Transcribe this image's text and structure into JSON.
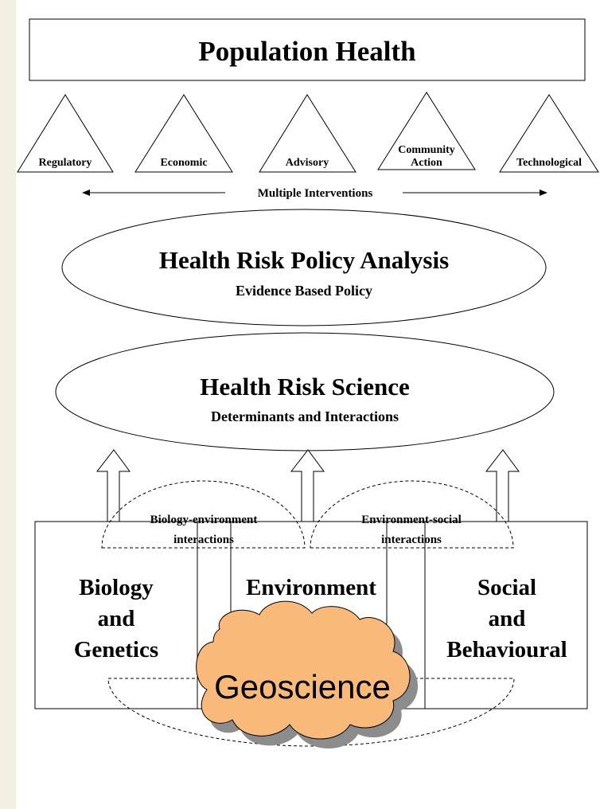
{
  "top_box": {
    "title": "Population Health"
  },
  "interventions": {
    "items": [
      {
        "label": "Regulatory"
      },
      {
        "label": "Economic"
      },
      {
        "label": "Advisory"
      },
      {
        "label_line1": "Community",
        "label_line2": "Action"
      },
      {
        "label": "Technological"
      }
    ],
    "arrow_label": "Multiple Interventions"
  },
  "policy_analysis": {
    "title": "Health Risk Policy Analysis",
    "subtitle": "Evidence Based Policy"
  },
  "risk_science": {
    "title": "Health Risk Science",
    "subtitle": "Determinants and Interactions"
  },
  "interactions": {
    "bio_env_line1": "Biology-environment",
    "bio_env_line2": "interactions",
    "env_social_line1": "Environment-social",
    "env_social_line2": "interactions"
  },
  "determinants": {
    "biology": {
      "line1": "Biology",
      "line2": "and",
      "line3": "Genetics"
    },
    "environment": {
      "line1": "Environment"
    },
    "social": {
      "line1": "Social",
      "line2": "and",
      "line3": "Behavioural"
    }
  },
  "geoscience": {
    "label": "Geoscience",
    "fill": "#f9b97b",
    "shadow": "#8c8c8c"
  }
}
